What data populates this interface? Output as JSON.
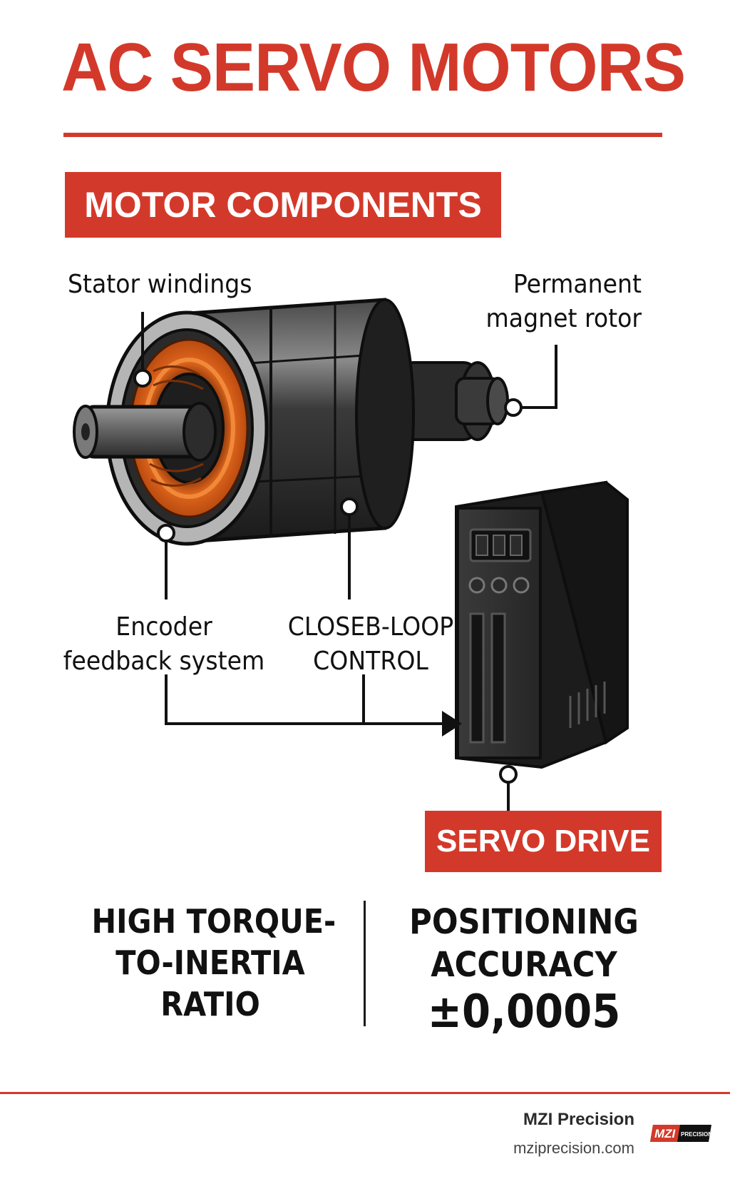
{
  "title": "AC SERVO MOTORS",
  "section_label": "MOTOR COMPONENTS",
  "callouts": {
    "stator": "Stator windings",
    "magnet_line1": "Permanent",
    "magnet_line2": "magnet rotor",
    "encoder_line1": "Encoder",
    "encoder_line2": "feedback system",
    "closed_line1": "CLOSEB-LOOP",
    "closed_line2": "CONTROL"
  },
  "drive_label": "SERVO DRIVE",
  "stats": {
    "torque_line1": "HIGH TORQUE-",
    "torque_line2": "TO-INERTIA",
    "torque_line3": "RATIO",
    "accuracy_line1": "POSITIONING",
    "accuracy_line2": "ACCURACY",
    "accuracy_value": "±0,0005"
  },
  "footer": {
    "brand": "MZI Precision",
    "url": "mziprecision.com",
    "logo_text": "MZI",
    "logo_subtext": "PRECISION"
  },
  "colors": {
    "accent": "#d3392a",
    "dark": "#1a1a1a",
    "copper": "#e0661c"
  }
}
